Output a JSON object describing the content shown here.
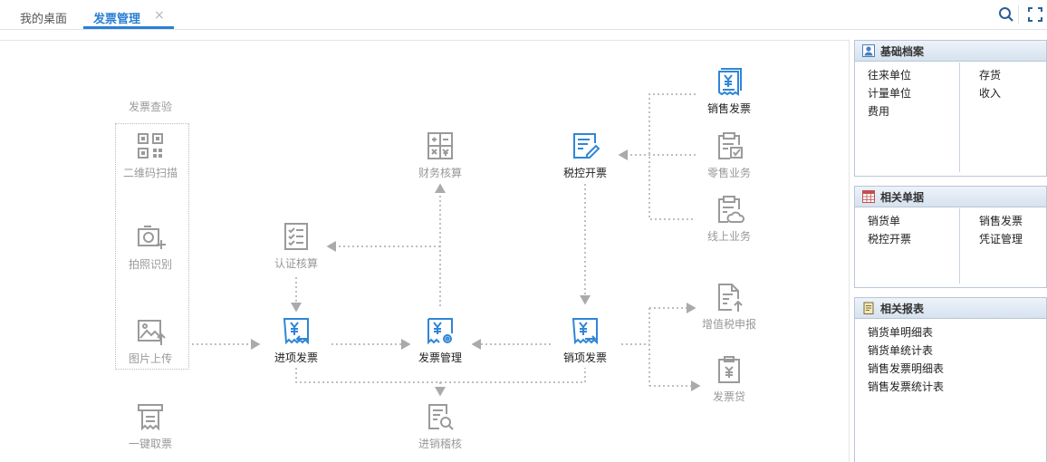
{
  "tabs": [
    {
      "label": "我的桌面",
      "active": false
    },
    {
      "label": "发票管理",
      "active": true
    }
  ],
  "tab_close_glyph": "×",
  "toolbar": {
    "search_icon": "search-icon",
    "fullscreen_icon": "fullscreen-icon"
  },
  "flow": {
    "group_title": "发票查验",
    "nodes": {
      "qr_scan": "二维码扫描",
      "photo_recognize": "拍照识别",
      "image_upload": "图片上传",
      "one_key_fetch": "一键取票",
      "auth_accounting": "认证核算",
      "finance_accounting": "财务核算",
      "input_invoice": "进项发票",
      "invoice_manage": "发票管理",
      "sales_check": "进销稽核",
      "tax_control_invoicing": "税控开票",
      "output_invoice": "销项发票",
      "sales_invoice": "销售发票",
      "retail_business": "零售业务",
      "online_business": "线上业务",
      "vat_declaration": "增值税申报",
      "invoice_loan": "发票贷"
    }
  },
  "panels": [
    {
      "title": "基础档案",
      "icon": "user-icon",
      "left": [
        "往来单位",
        "计量单位",
        "费用"
      ],
      "right": [
        "存货",
        "收入"
      ]
    },
    {
      "title": "相关单据",
      "icon": "table-icon",
      "left": [
        "销货单",
        "税控开票"
      ],
      "right": [
        "销售发票",
        "凭证管理"
      ]
    },
    {
      "title": "相关报表",
      "icon": "report-icon",
      "items": [
        "销货单明细表",
        "销货单统计表",
        "销售发票明细表",
        "销售发票统计表"
      ]
    }
  ],
  "colors": {
    "accent": "#2a7fd4",
    "icon_blue": "#2f86d8",
    "icon_gray": "#9a9a9a",
    "line": "#aaaaaa"
  }
}
